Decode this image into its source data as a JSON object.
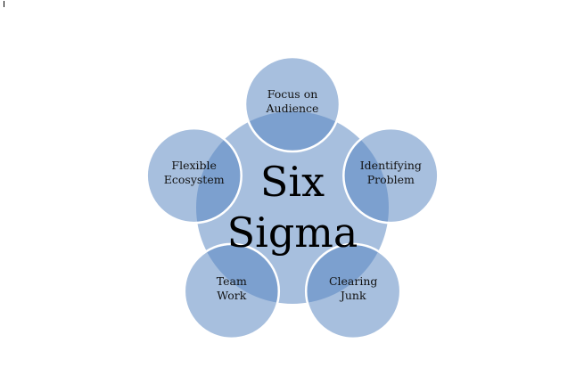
{
  "diagram": {
    "type": "radial-cycle",
    "center": {
      "lines": [
        "Six",
        "Sigma"
      ]
    },
    "nodes": [
      {
        "id": "focus-on-audience",
        "lines": [
          "Focus on",
          "Audience"
        ]
      },
      {
        "id": "identifying-problem",
        "lines": [
          "Identifying",
          "Problem"
        ]
      },
      {
        "id": "clearing-junk",
        "lines": [
          "Clearing",
          "Junk"
        ]
      },
      {
        "id": "team-work",
        "lines": [
          "Team",
          "Work"
        ]
      },
      {
        "id": "flexible-ecosystem",
        "lines": [
          "Flexible",
          "Ecosystem"
        ]
      }
    ],
    "colors": {
      "fill": "#A7BFDE",
      "overlap": "#7CA0CF",
      "stroke": "#FFFFFF",
      "text": "#000000"
    }
  }
}
